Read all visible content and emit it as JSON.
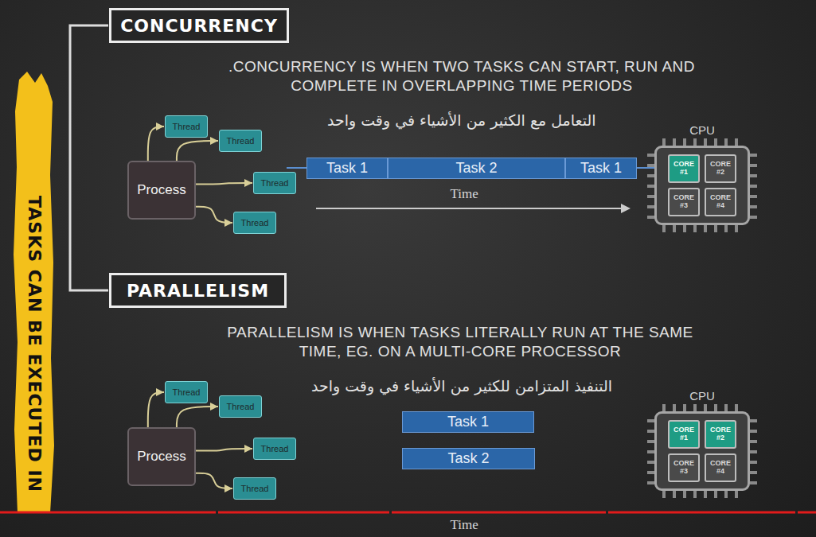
{
  "diagram": {
    "nodes": [
      {
        "text": [
          "CONCURRENCY"
        ]
      },
      {
        "text": [
          "Process"
        ]
      },
      {
        "text": [
          "Thread"
        ]
      },
      {
        "text": [
          "Thread"
        ]
      },
      {
        "text": [
          "Thread"
        ]
      },
      {
        "text": [
          "Thread"
        ]
      },
      {
        "text": [
          "Task 1"
        ]
      },
      {
        "text": [
          "Task 2"
        ]
      },
      {
        "text": [
          "Task 1"
        ]
      },
      {
        "text": [
          "CPU"
        ]
      },
      {
        "text": [
          "CORE #1"
        ],
        "in": 9
      },
      {
        "text": [
          "CORE #2"
        ],
        "in": 9
      },
      {
        "text": [
          "CORE #3"
        ],
        "in": 9
      },
      {
        "text": [
          "CORE #4"
        ],
        "in": 9
      },
      {
        "text": [
          "PARALLELISM"
        ]
      },
      {
        "text": [
          "Process"
        ]
      },
      {
        "text": [
          "Thread"
        ]
      },
      {
        "text": [
          "Thread"
        ]
      },
      {
        "text": [
          "Thread"
        ]
      },
      {
        "text": [
          "Thread"
        ]
      },
      {
        "text": [
          "Task 1"
        ]
      },
      {
        "text": [
          "Task 2"
        ]
      },
      {
        "text": [
          "CPU"
        ]
      },
      {
        "text": [
          "CORE #1"
        ],
        "in": 22
      },
      {
        "text": [
          "CORE #2"
        ],
        "in": 22
      },
      {
        "text": [
          "CORE #3"
        ],
        "in": 22
      },
      {
        "text": [
          "CORE #4"
        ],
        "in": 22
      }
    ],
    "edges": [
      {
        "from": 1,
        "to": 2,
        "arrow": "to"
      },
      {
        "from": 1,
        "to": 3,
        "arrow": "to"
      },
      {
        "from": 1,
        "to": 4,
        "arrow": "to"
      },
      {
        "from": 1,
        "to": 5,
        "arrow": "to"
      },
      {
        "from": 15,
        "to": 16,
        "arrow": "to"
      },
      {
        "from": 15,
        "to": 17,
        "arrow": "to"
      },
      {
        "from": 15,
        "to": 18,
        "arrow": "to"
      },
      {
        "from": 15,
        "to": 19,
        "arrow": "to"
      },
      {
        "from": 0,
        "to": 14,
        "arrow": "none"
      }
    ],
    "labels": [
      "TASKS CAN BE EXECUTED IN",
      ".CONCURRENCY IS WHEN TWO TASKS CAN START, RUN AND COMPLETE IN OVERLAPPING TIME PERIODS",
      "التعامل مع الكثير من الأشياء في وقت واحد",
      "Time",
      "PARALLELISM IS WHEN TASKS LITERALLY RUN AT THE SAME TIME, EG. ON A MULTI-CORE PROCESSOR",
      "التنفيذ المتزامن للكثير من الأشياء في وقت واحد",
      "Time"
    ]
  }
}
